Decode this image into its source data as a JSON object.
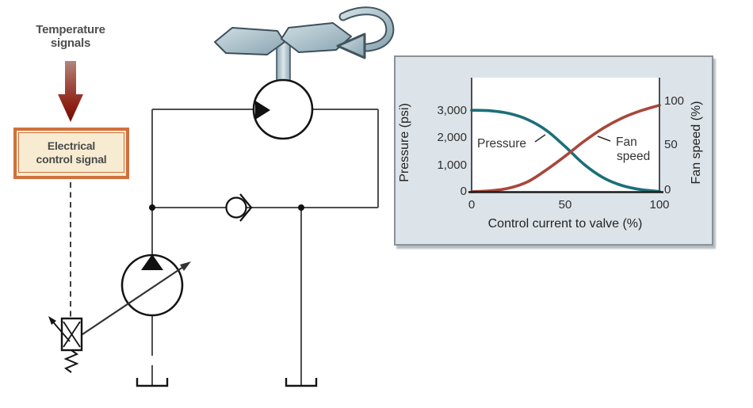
{
  "diagram": {
    "temperature_label": "Temperature signals",
    "electrical_box_label": "Electrical control signal",
    "symbols": [
      "fan-blades",
      "rotation-arrow",
      "fan-motor",
      "check-valve",
      "variable-displacement-pump",
      "proportional-valve",
      "spring",
      "tank-left",
      "tank-right",
      "temperature-arrow",
      "signal-dashed-line"
    ],
    "colors": {
      "box_border": "#d0703c",
      "box_fill": "#f7ecd2",
      "arrow_red_dark": "#700d08",
      "arrow_red_light": "#b2857c",
      "steel_blue": "#9db6c2",
      "line_gray": "#4f4f4f"
    }
  },
  "chart_data": {
    "type": "line",
    "title": "",
    "xlabel": "Control current to valve (%)",
    "ylabel_left": "Pressure (psi)",
    "ylabel_right": "Fan speed (%)",
    "x_ticks": [
      "0",
      "50",
      "100"
    ],
    "y_ticks_left": [
      "0",
      "1,000",
      "2,000",
      "3,000"
    ],
    "y_ticks_right": [
      "0",
      "50",
      "100"
    ],
    "xlim": [
      0,
      100
    ],
    "ylim_left": [
      0,
      4200
    ],
    "ylim_right": [
      0,
      124
    ],
    "grid": false,
    "legend_position": "on-curve-labels",
    "plot_bg": "#ffffff",
    "panel_bg": "#dde4e9",
    "annotations": {
      "pressure_label": "Pressure",
      "fan_label_line1": "Fan",
      "fan_label_line2": "speed"
    },
    "series": [
      {
        "name": "Pressure",
        "axis": "left",
        "color": "#1b6f79",
        "x": [
          0,
          10,
          20,
          30,
          40,
          50,
          60,
          70,
          80,
          90,
          100
        ],
        "y": [
          3000,
          2980,
          2880,
          2650,
          2250,
          1650,
          1000,
          520,
          230,
          80,
          10
        ]
      },
      {
        "name": "Fan speed",
        "axis": "right",
        "color": "#a8473a",
        "x": [
          0,
          10,
          20,
          30,
          40,
          50,
          60,
          70,
          80,
          90,
          100
        ],
        "y": [
          0,
          1,
          4,
          11,
          24,
          39,
          55,
          69,
          80,
          88,
          94
        ]
      }
    ]
  }
}
